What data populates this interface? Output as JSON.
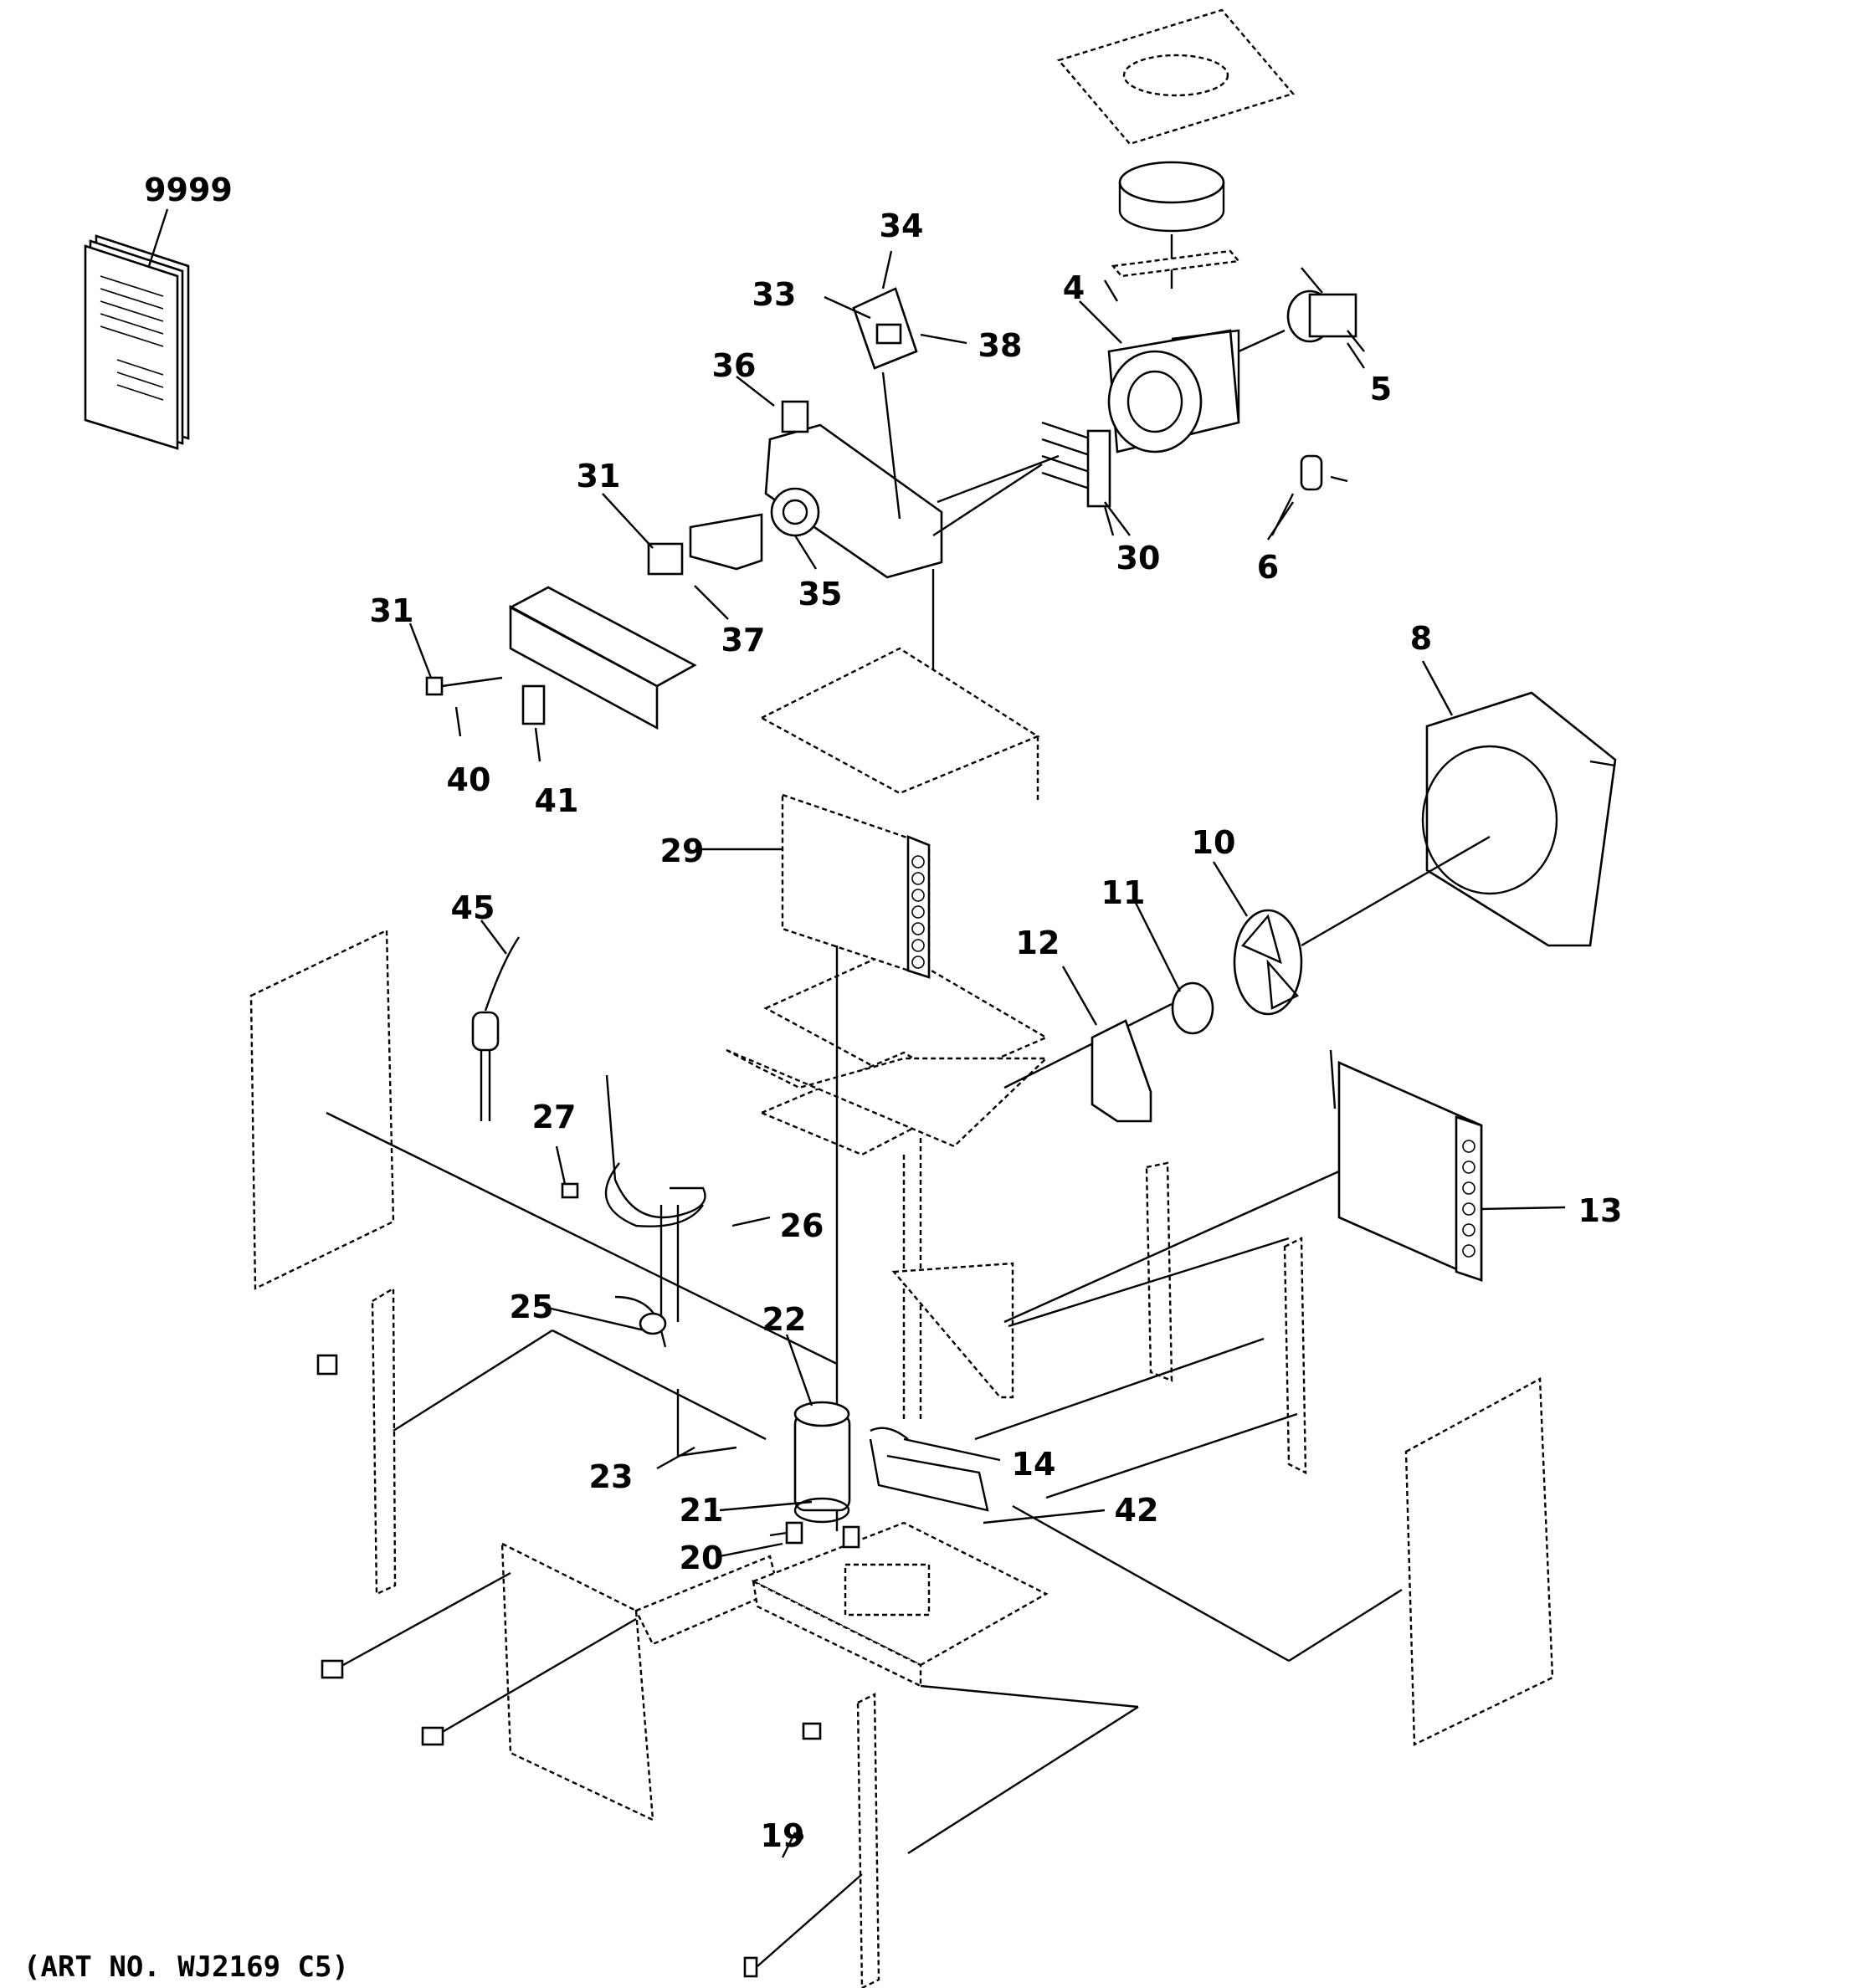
{
  "art_number": "(ART NO. WJ2169 C5)",
  "callouts": [
    {
      "id": "c-9999",
      "label": "9999"
    },
    {
      "id": "c-34",
      "label": "34"
    },
    {
      "id": "c-33",
      "label": "33"
    },
    {
      "id": "c-38",
      "label": "38"
    },
    {
      "id": "c-4",
      "label": "4"
    },
    {
      "id": "c-5",
      "label": "5"
    },
    {
      "id": "c-36",
      "label": "36"
    },
    {
      "id": "c-31a",
      "label": "31"
    },
    {
      "id": "c-35",
      "label": "35"
    },
    {
      "id": "c-30",
      "label": "30"
    },
    {
      "id": "c-6",
      "label": "6"
    },
    {
      "id": "c-31b",
      "label": "31"
    },
    {
      "id": "c-37",
      "label": "37"
    },
    {
      "id": "c-8",
      "label": "8"
    },
    {
      "id": "c-40",
      "label": "40"
    },
    {
      "id": "c-41",
      "label": "41"
    },
    {
      "id": "c-29",
      "label": "29"
    },
    {
      "id": "c-10",
      "label": "10"
    },
    {
      "id": "c-45",
      "label": "45"
    },
    {
      "id": "c-11",
      "label": "11"
    },
    {
      "id": "c-12",
      "label": "12"
    },
    {
      "id": "c-27",
      "label": "27"
    },
    {
      "id": "c-26",
      "label": "26"
    },
    {
      "id": "c-13",
      "label": "13"
    },
    {
      "id": "c-25",
      "label": "25"
    },
    {
      "id": "c-22",
      "label": "22"
    },
    {
      "id": "c-14",
      "label": "14"
    },
    {
      "id": "c-23",
      "label": "23"
    },
    {
      "id": "c-21",
      "label": "21"
    },
    {
      "id": "c-42",
      "label": "42"
    },
    {
      "id": "c-20",
      "label": "20"
    },
    {
      "id": "c-19",
      "label": "19"
    }
  ]
}
